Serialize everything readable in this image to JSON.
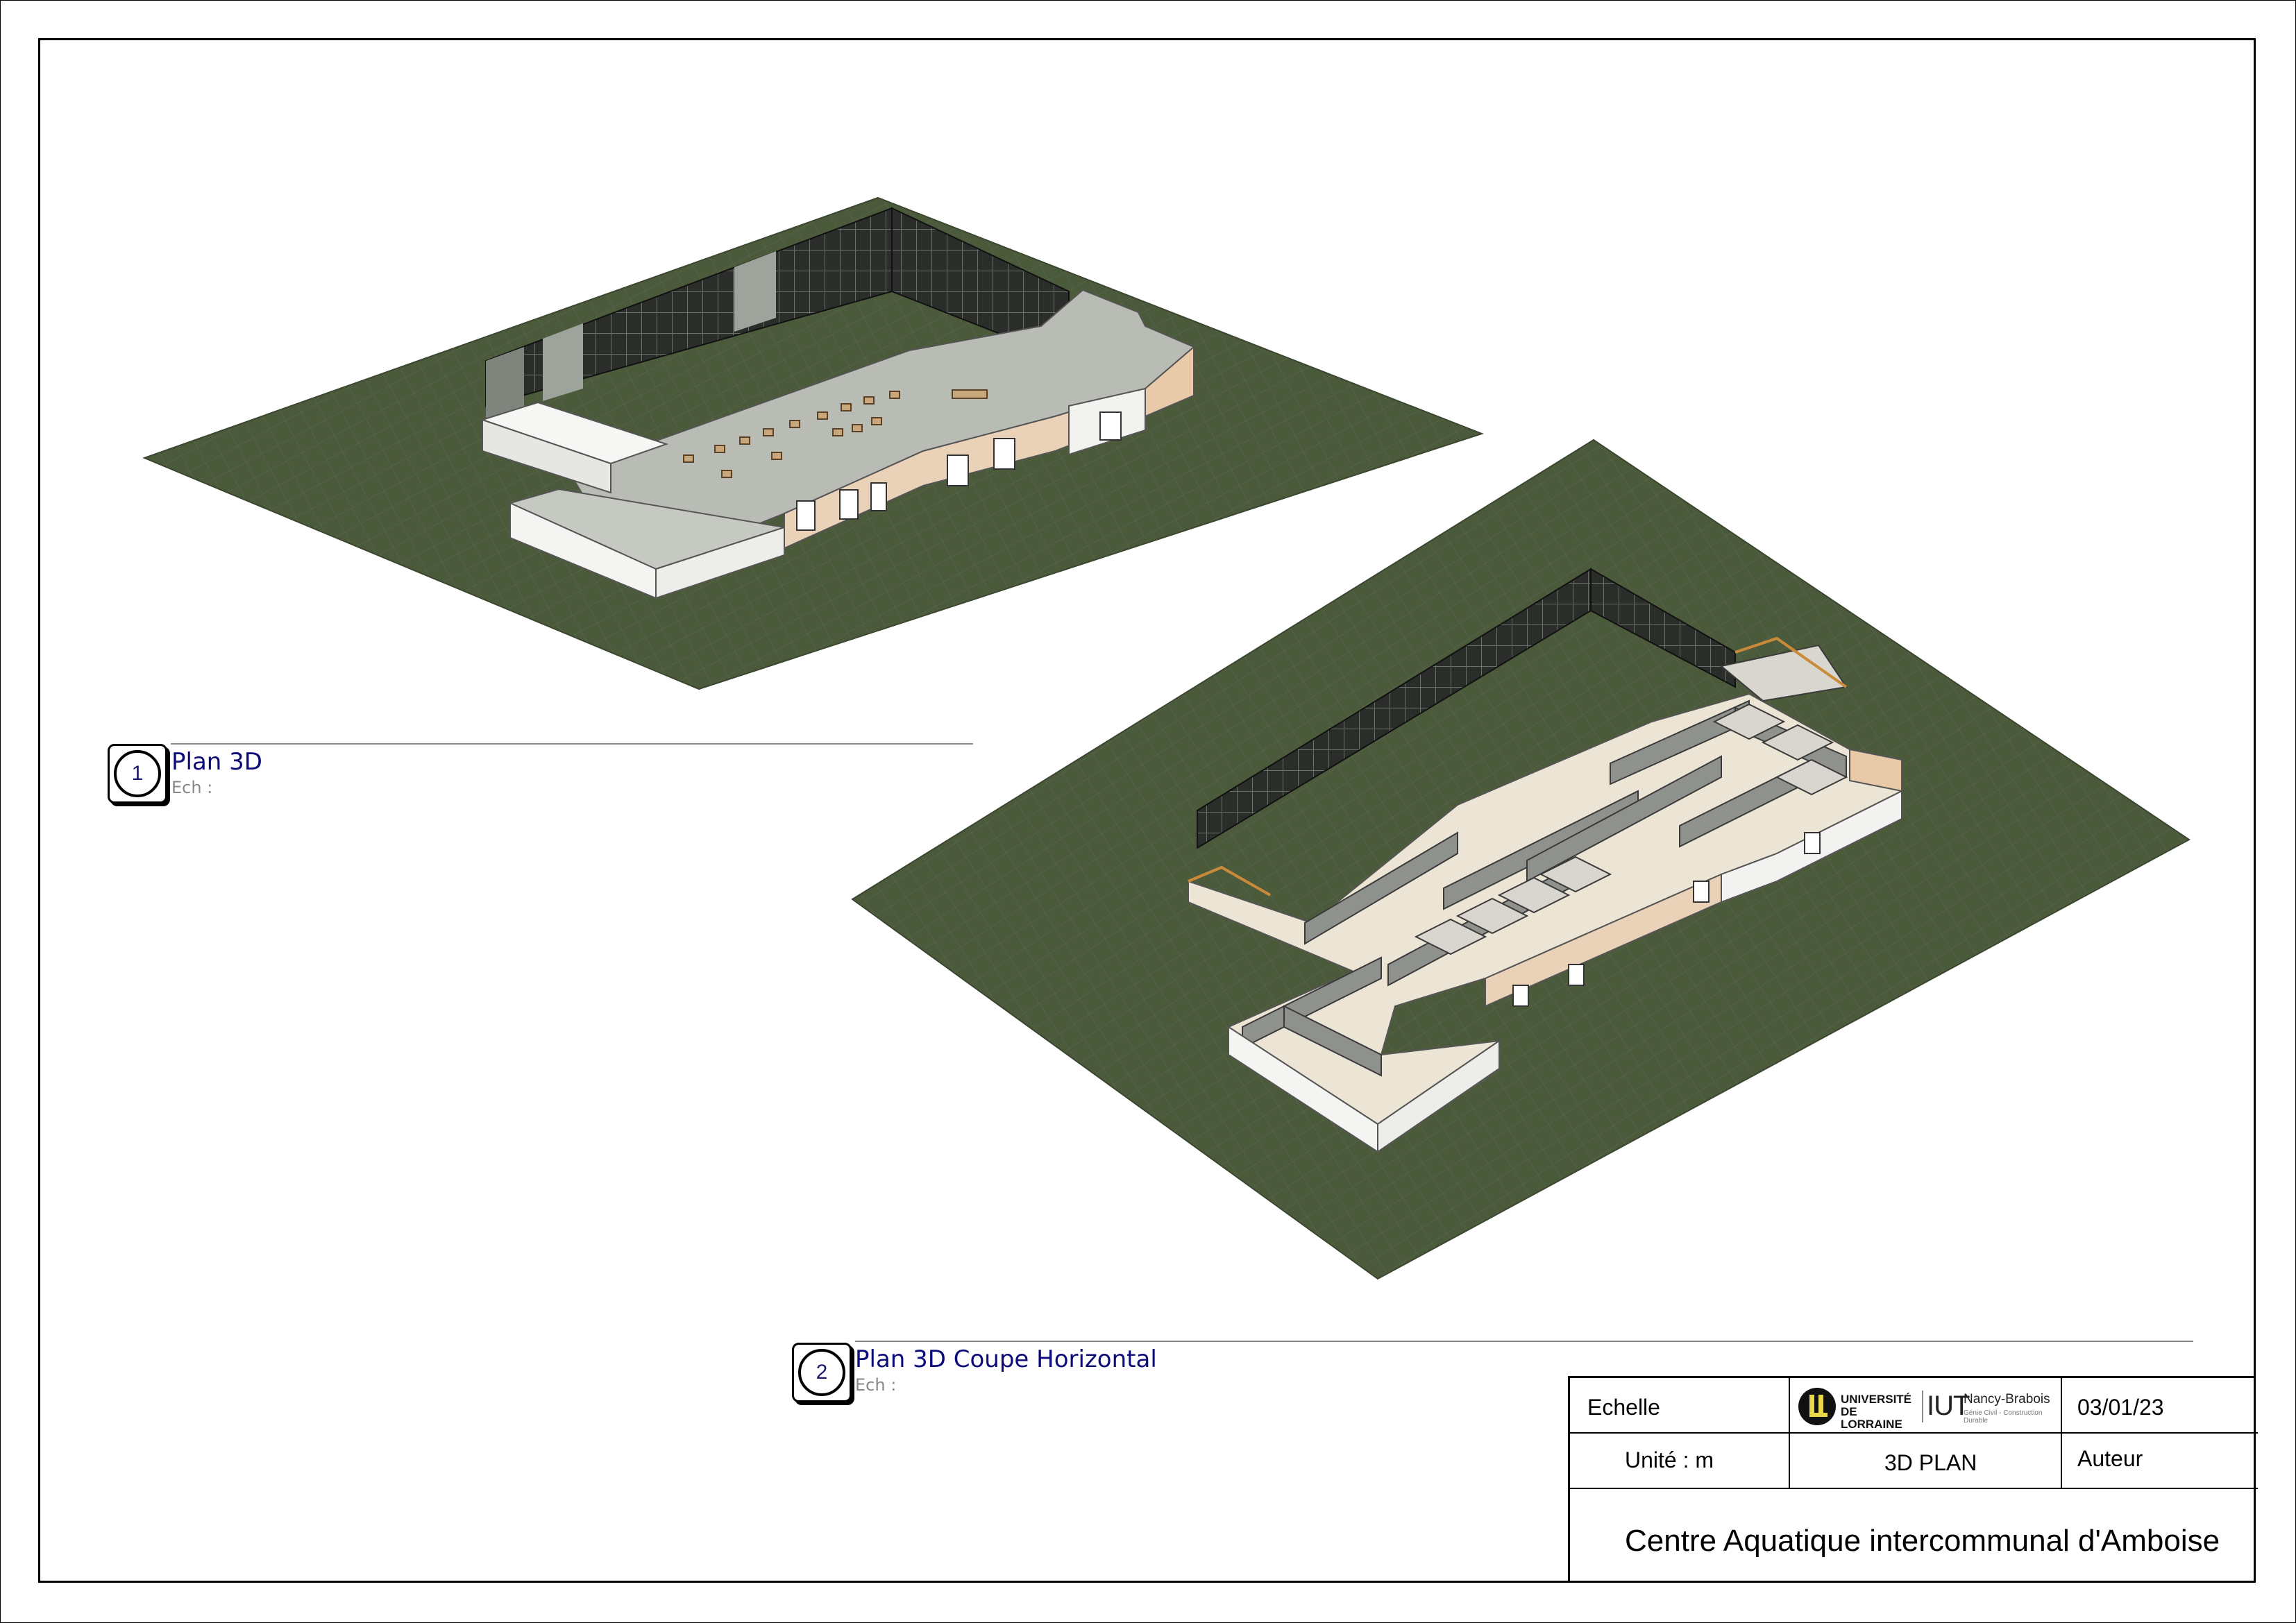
{
  "views": [
    {
      "number": "1",
      "title": "Plan 3D",
      "scale_label": "Ech :"
    },
    {
      "number": "2",
      "title": "Plan 3D Coupe Horizontal",
      "scale_label": "Ech :"
    }
  ],
  "title_block": {
    "scale_label": "Echelle",
    "unit_label": "Unité : m",
    "logo": {
      "university": "UNIVERSITÉ DE LORRAINE",
      "institute": "IUT",
      "campus": "Nancy-Brabois",
      "department": "Génie Civil - Construction Durable"
    },
    "date": "03/01/23",
    "drawing_name": "3D PLAN",
    "author_label": "Auteur",
    "project_name": "Centre Aquatique intercommunal d'Amboise"
  },
  "colors": {
    "terrain": "#4b5a3a",
    "terrain_grid": "#5b6a48",
    "roof": "#b9bcb4",
    "facade_white": "#f2f2f0",
    "facade_beige": "#ead2b8",
    "glazing": "#2a2d2a",
    "floor": "#ece4d4",
    "wall_grey": "#8f918d",
    "title_blue": "#0b0b7a"
  }
}
